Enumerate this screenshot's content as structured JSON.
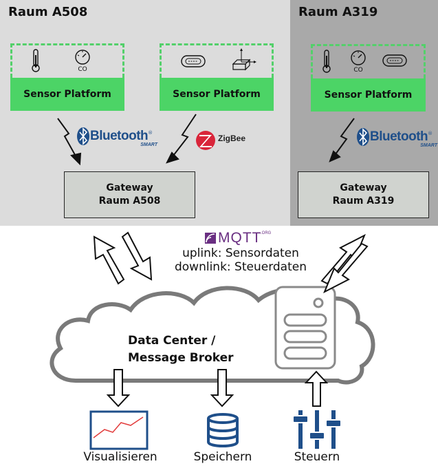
{
  "rooms": [
    {
      "title": "Raum A508",
      "gateway_line1": "Gateway",
      "gateway_line2": "Raum A508"
    },
    {
      "title": "Raum A319",
      "gateway_line1": "Gateway",
      "gateway_line2": "Raum A319"
    }
  ],
  "platforms": [
    {
      "label": "Sensor Platform",
      "sensors": [
        "thermometer",
        "co-sensor"
      ],
      "sensor_text": "CO"
    },
    {
      "label": "Sensor Platform",
      "sensors": [
        "particle-sensor",
        "accelerometer"
      ]
    },
    {
      "label": "Sensor Platform",
      "sensors": [
        "thermometer",
        "co-sensor",
        "particle-sensor"
      ],
      "sensor_text": "CO"
    }
  ],
  "protocols": {
    "bluetooth": {
      "name": "Bluetooth",
      "trademark": "®",
      "tag": "SMART"
    },
    "zigbee": {
      "name": "ZigBee"
    },
    "mqtt": {
      "logo_text": "MQTT",
      "logo_sub": ".ORG",
      "uplink": "uplink: Sensordaten",
      "downlink": "downlink: Steuerdaten"
    }
  },
  "cloud": {
    "line1": "Data Center /",
    "line2": "Message Broker"
  },
  "outputs": [
    {
      "label": "Visualisieren",
      "icon": "chart-icon"
    },
    {
      "label": "Speichern",
      "icon": "database-icon"
    },
    {
      "label": "Steuern",
      "icon": "sliders-icon"
    }
  ],
  "colors": {
    "green": "#4cd466",
    "room_a": "#dcdcdc",
    "room_b": "#a9a9a9",
    "icon_blue": "#1f4f8a",
    "mqtt_purple": "#6a2f82",
    "chart_red": "#e23c3c"
  }
}
